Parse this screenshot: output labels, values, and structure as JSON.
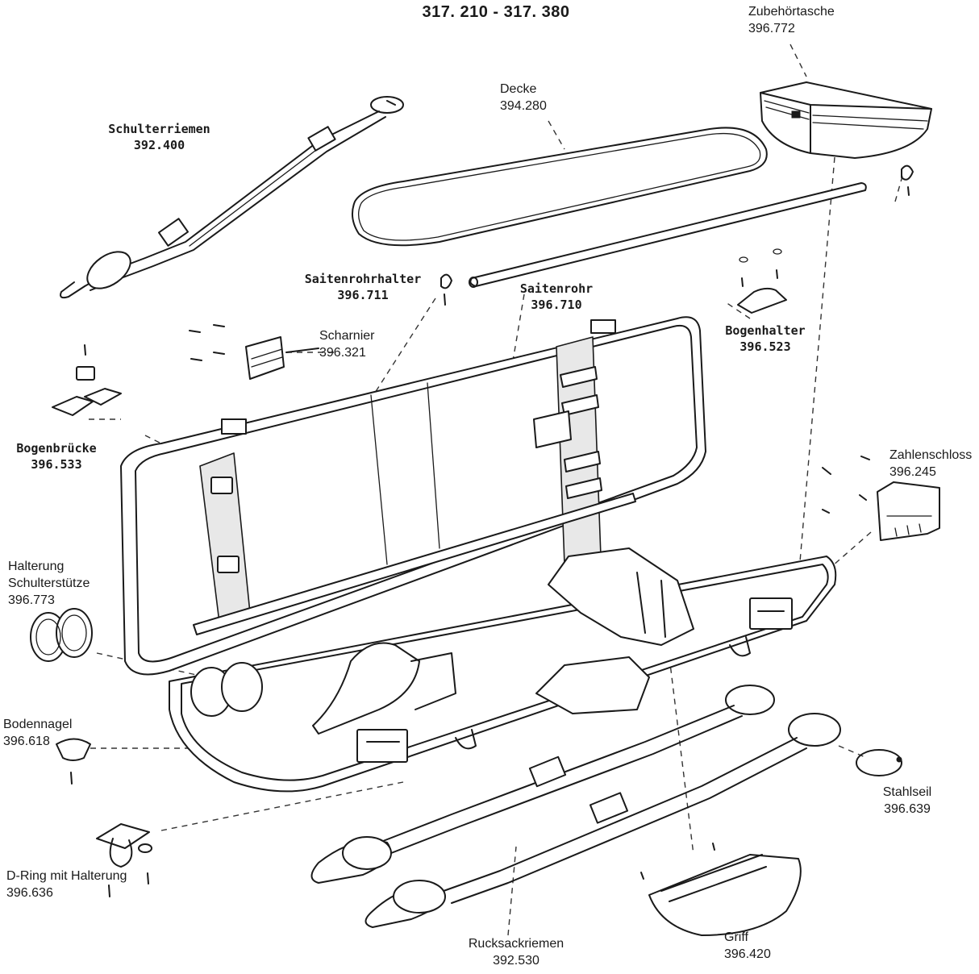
{
  "title": "317. 210  -  317. 380",
  "parts": [
    {
      "name": "Zubehörtasche",
      "code": "396.772"
    },
    {
      "name": "Decke",
      "code": "394.280"
    },
    {
      "name": "Schulterriemen",
      "code": "392.400"
    },
    {
      "name": "Saitenrohrhalter",
      "code": "396.711"
    },
    {
      "name": "Saitenrohr",
      "code": "396.710"
    },
    {
      "name": "Scharnier",
      "code": "396.321"
    },
    {
      "name": "Bogenhalter",
      "code": "396.523"
    },
    {
      "name": "Bogenbrücke",
      "code": "396.533"
    },
    {
      "name": "Zahlenschloss",
      "code": "396.245"
    },
    {
      "name": "Halterung Schulterstütze",
      "name_line1": "Halterung",
      "name_line2": "Schulterstütze",
      "code": "396.773"
    },
    {
      "name": "Bodennagel",
      "code": "396.618"
    },
    {
      "name": "Stahlseil",
      "code": "396.639"
    },
    {
      "name": "D-Ring mit Halterung",
      "code": "396.636"
    },
    {
      "name": "Rucksackriemen",
      "code": "392.530"
    },
    {
      "name": "Griff",
      "code": "396.420"
    }
  ]
}
